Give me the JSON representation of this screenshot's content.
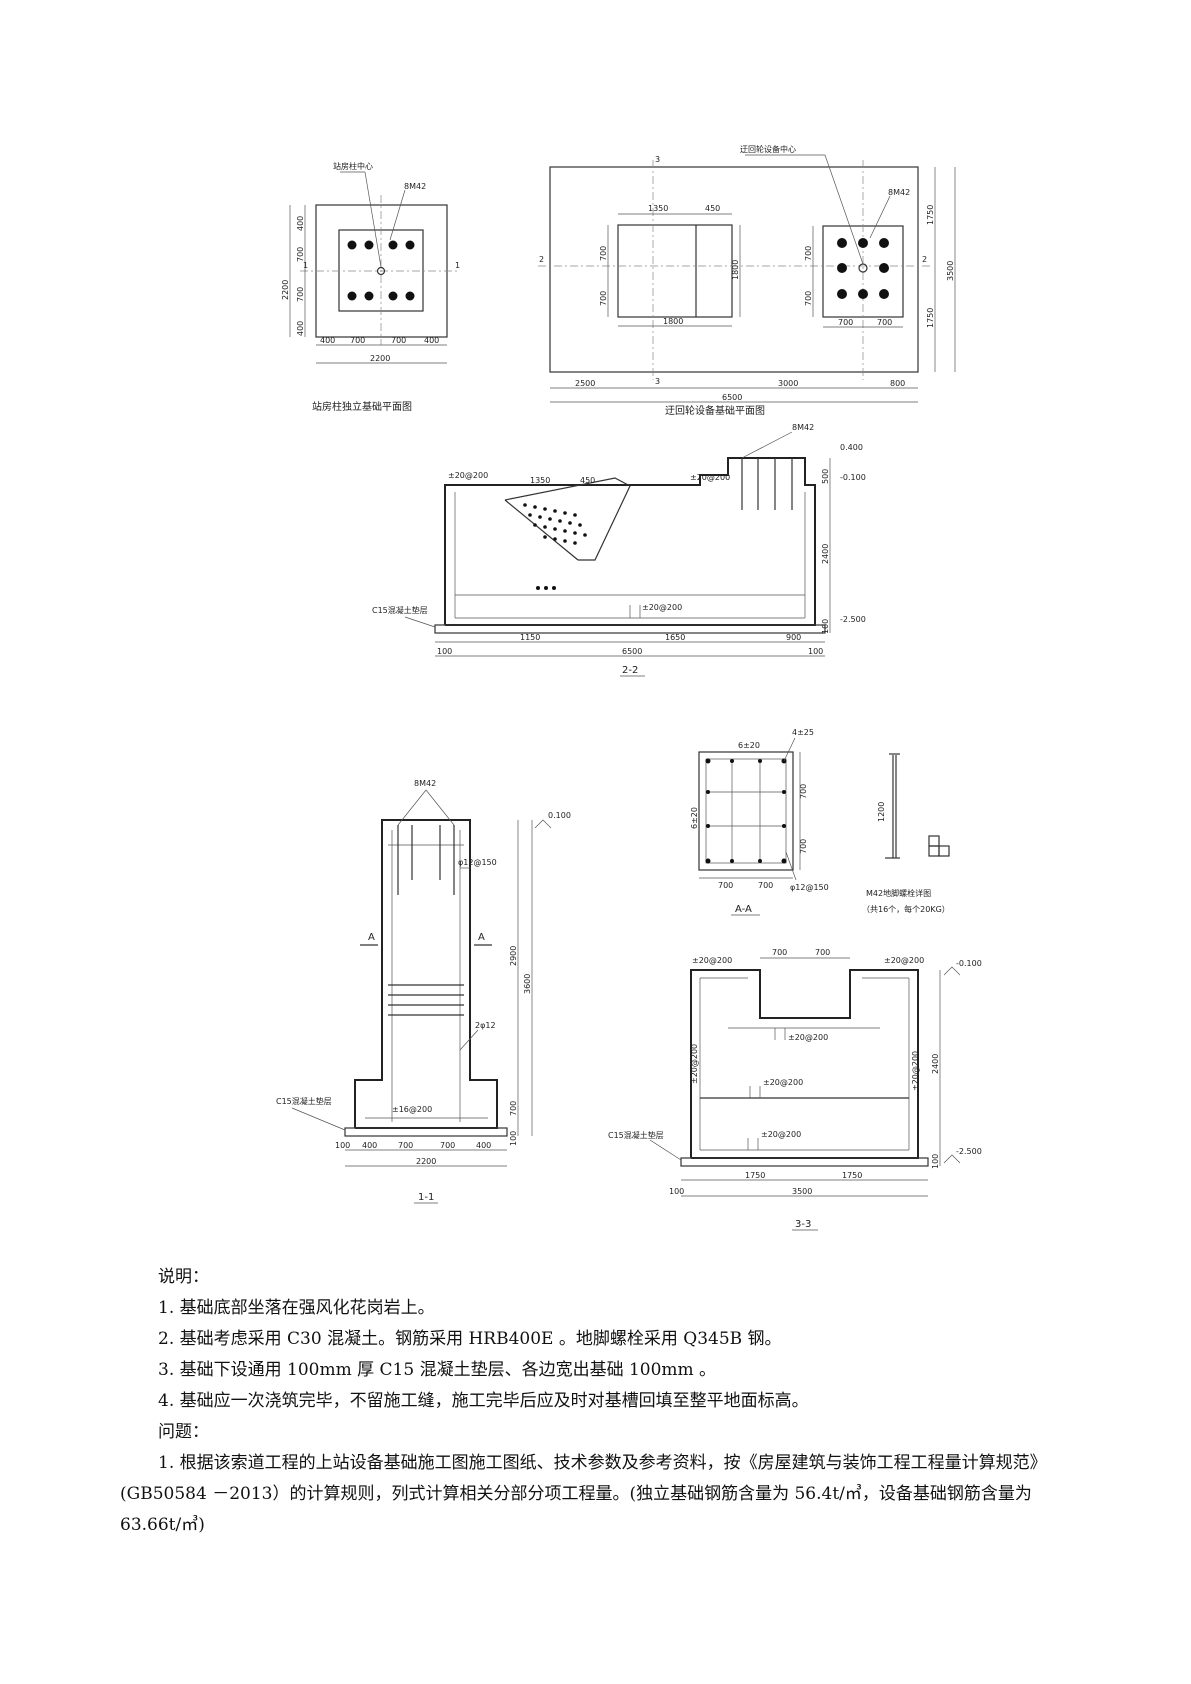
{
  "plan1": {
    "title": "站房柱独立基础平面图",
    "bolt_label": "8M42",
    "leader_label": "站房柱中心",
    "section_mark": "1",
    "dims_bottom": [
      "400",
      "700",
      "700",
      "400"
    ],
    "dim_total": "2200",
    "dims_left": [
      "400",
      "700",
      "700",
      "400"
    ]
  },
  "plan2": {
    "title": "迂回轮设备基础平面图",
    "bolt_label": "8M42",
    "leader_label": "迂回轮设备中心",
    "section_mark_top": "3",
    "section_mark_bottom": "3",
    "section_mark_side": "2",
    "dim_rect_top": [
      "1350",
      "450"
    ],
    "dim_rect_bottom": "1800",
    "dim_rect_side": "1800",
    "dims_left": [
      "700",
      "700"
    ],
    "dims_right": [
      "1750",
      "1750"
    ],
    "dim_right_total": "3500",
    "dims_bottom": [
      "2500",
      "3000",
      "800"
    ],
    "dim_total": "6500",
    "dims_bolt_bottom": [
      "700",
      "700"
    ]
  },
  "sec22": {
    "title": "2-2",
    "bolt_label": "8M42",
    "cushion_label": "C15混凝土垫层",
    "dims_bottom": [
      "1150",
      "1650",
      "900"
    ],
    "dim_total": "6500",
    "dim_side": [
      "100",
      "100"
    ],
    "dims_right": [
      "500",
      "2400",
      "100"
    ],
    "elev_top": "0.400",
    "elev_mid": "-0.100",
    "elev_bottom": "-2.500",
    "rebar_label": "±20@200",
    "dim_slot": [
      "1350",
      "450"
    ]
  },
  "sec11": {
    "title": "1-1",
    "bolt_label": "8M42",
    "rebar_stirrup": "φ12@150",
    "rebar_bar": "2φ12",
    "rebar_bottom": "±16@200",
    "cushion_label": "C15混凝土垫层",
    "section_marks": [
      "A",
      "A"
    ],
    "elev_top": "0.100",
    "dims_bottom": [
      "400",
      "700",
      "700",
      "400"
    ],
    "dim_total": "2200",
    "dim_side_left": "100",
    "dims_right": [
      "2900",
      "700",
      "100"
    ],
    "dim_right_total": "3600"
  },
  "secAA": {
    "title": "A-A",
    "rebar_main": "4±25",
    "rebar_top": "6±20",
    "rebar_side": "6±20",
    "rebar_stirrup": "φ12@150",
    "dims_bottom": [
      "700",
      "700"
    ],
    "dims_right": [
      "700",
      "700"
    ]
  },
  "boltDetail": {
    "title": "M42地脚螺栓详图",
    "note": "（共16个，每个20KG）",
    "dim": "1200"
  },
  "sec33": {
    "title": "3-3",
    "dims_top": [
      "700",
      "700"
    ],
    "rebar_tl": "±20@200",
    "rebar_tr": "±20@200",
    "rebar_mid": "±20@200",
    "rebar_mid2": "±20@200",
    "rebar_side_left": "±20@200",
    "rebar_side_right": "±20@200",
    "rebar_bottom": "±20@200",
    "cushion_label": "C15混凝土垫层",
    "elev_top": "-0.100",
    "elev_bottom": "-2.500",
    "dims_right": [
      "2400",
      "100"
    ],
    "dims_bottom": [
      "1750",
      "1750"
    ],
    "dim_total": "3500",
    "dim_side_left": "100"
  },
  "notes": {
    "heading": "说明：",
    "items": [
      "1. 基础底部坐落在强风化花岗岩上。",
      "2. 基础考虑采用 C30 混凝土。钢筋采用 HRB400E 。地脚螺栓采用 Q345B 钢。",
      "3. 基础下设通用 100mm 厚 C15 混凝土垫层、各边宽出基础 100mm 。",
      "4. 基础应一次浇筑完毕，不留施工缝，施工完毕后应及时对基槽回填至整平地面标高。"
    ],
    "question_heading": "问题：",
    "question": "1. 根据该索道工程的上站设备基础施工图施工图纸、技术参数及参考资料，按《房屋建筑与装饰工程工程量计算规范》(GB50584 －2013）的计算规则，列式计算相关分部分项工程量。(独立基础钢筋含量为 56.4t/㎥，设备基础钢筋含量为 63.66t/㎥)"
  }
}
